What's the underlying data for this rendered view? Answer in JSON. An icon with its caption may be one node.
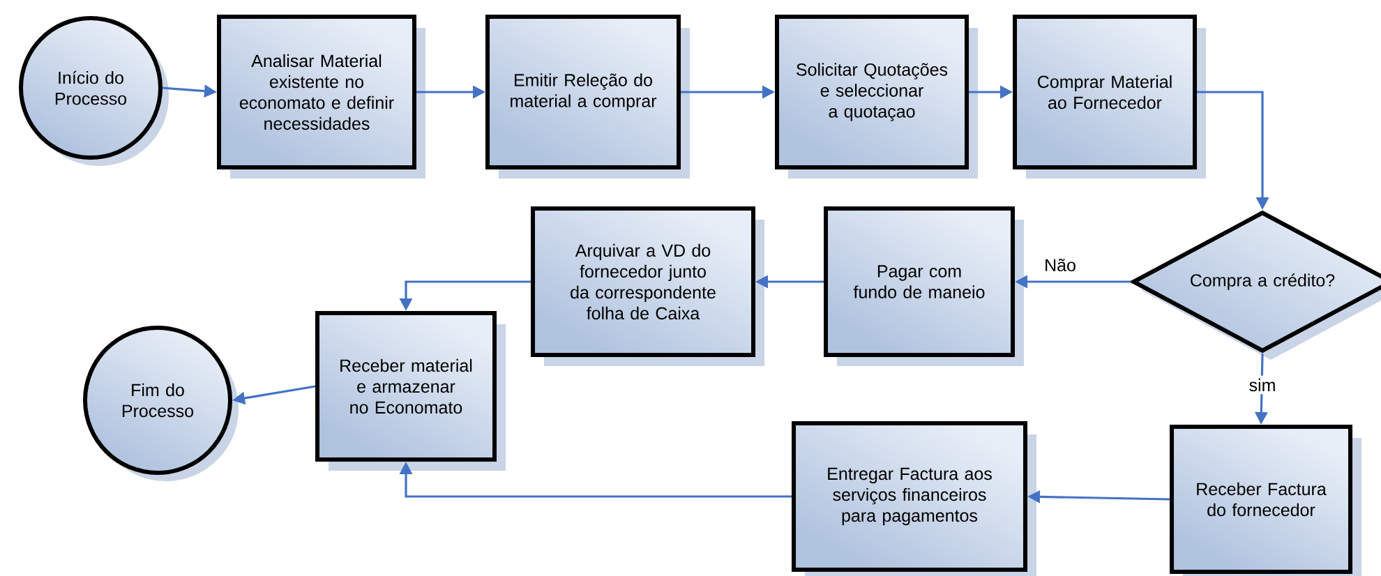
{
  "diagram": {
    "nodes": [
      {
        "text": [
          "Início do Processo"
        ]
      },
      {
        "text": [
          "Analisar Material existente no economato e definir necessidades"
        ]
      },
      {
        "text": [
          "Emitir Releção do material a comprar"
        ]
      },
      {
        "text": [
          "Solicitar Quotações e seleccionar a quotaçao"
        ]
      },
      {
        "text": [
          "Comprar Material ao Fornecedor"
        ]
      },
      {
        "text": [
          "Compra a crédito?"
        ]
      },
      {
        "text": [
          "Pagar com fundo de maneio"
        ]
      },
      {
        "text": [
          "Arquivar a VD do fornecedor junto da correspondente folha de Caixa"
        ]
      },
      {
        "text": [
          "Receber material e armazenar no Economato"
        ]
      },
      {
        "text": [
          "Fim do Processo"
        ]
      },
      {
        "text": [
          "Receber Factura do fornecedor"
        ]
      },
      {
        "text": [
          "Entregar Factura aos serviços financeiros para pagamentos"
        ]
      }
    ],
    "edges": [
      {
        "from": 0,
        "to": 1,
        "arrow": "to"
      },
      {
        "from": 1,
        "to": 2,
        "arrow": "to"
      },
      {
        "from": 2,
        "to": 3,
        "arrow": "to"
      },
      {
        "from": 3,
        "to": 4,
        "arrow": "to"
      },
      {
        "from": 4,
        "to": 5,
        "arrow": "to"
      },
      {
        "from": 5,
        "to": 6,
        "arrow": "to",
        "label": "Não"
      },
      {
        "from": 6,
        "to": 7,
        "arrow": "to"
      },
      {
        "from": 7,
        "to": 8,
        "arrow": "to"
      },
      {
        "from": 8,
        "to": 9,
        "arrow": "to"
      },
      {
        "from": 5,
        "to": 10,
        "arrow": "to",
        "label": "sim"
      },
      {
        "from": 10,
        "to": 11,
        "arrow": "to"
      },
      {
        "from": 11,
        "to": 8,
        "arrow": "to"
      }
    ]
  }
}
